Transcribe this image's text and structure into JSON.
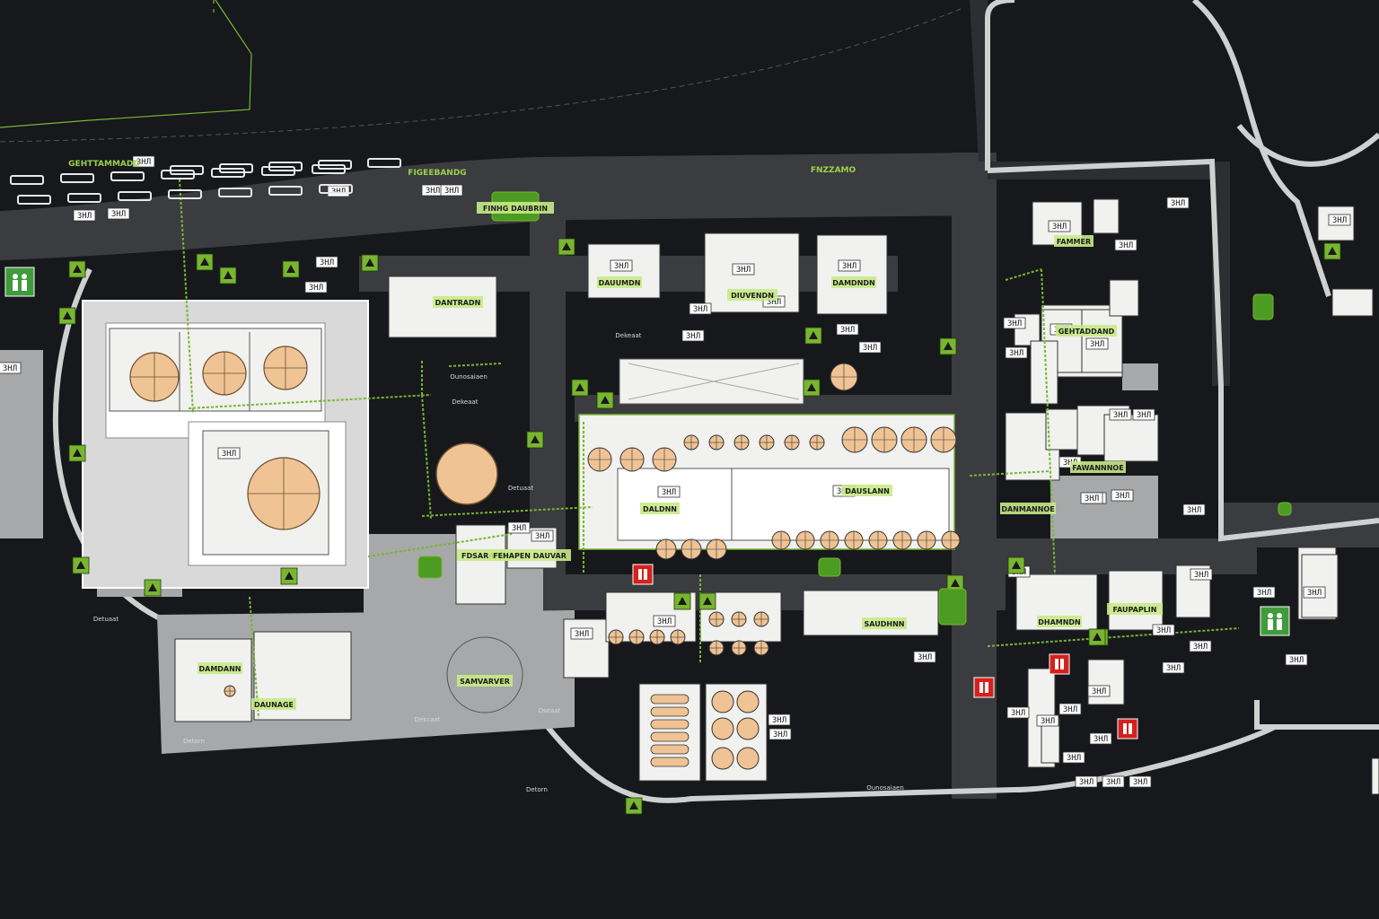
{
  "map": {
    "colors": {
      "background": "#16181b",
      "road": "#3a3c3f",
      "plaza": "#a7a8a9",
      "building": "#f1f1ef",
      "tank": "#efc394",
      "accent": "#79b530",
      "label_bg": "#c8ea86",
      "fire": "#d5211d"
    },
    "road_labels": [
      {
        "id": "north-left",
        "text": "GEHTTAMMADD"
      },
      {
        "id": "north-mid",
        "text": "FIGEEBANDG"
      },
      {
        "id": "north-right",
        "text": "FNZZAMO"
      }
    ],
    "zone_labels": [
      {
        "id": "gate",
        "text": "FINHG DAUBRIN"
      },
      {
        "id": "b1",
        "text": "DAUUMDN"
      },
      {
        "id": "b2",
        "text": "DIUVENDN"
      },
      {
        "id": "b3",
        "text": "DAMDNDN"
      },
      {
        "id": "b4",
        "text": "DANTRADN"
      },
      {
        "id": "b5",
        "text": "DALDNN"
      },
      {
        "id": "b6",
        "text": "DAUSLANN"
      },
      {
        "id": "b7",
        "text": "FDSARAPIN"
      },
      {
        "id": "b8",
        "text": "GEHTADDAND"
      },
      {
        "id": "b9",
        "text": "FAMMER"
      },
      {
        "id": "b10",
        "text": "FEHAPEN DAUVAR"
      },
      {
        "id": "b11",
        "text": "DAMDANN"
      },
      {
        "id": "b12",
        "text": "FAWANNNOE"
      },
      {
        "id": "b13",
        "text": "DANMANNOE"
      },
      {
        "id": "b14",
        "text": "SAMVARVER"
      },
      {
        "id": "b15",
        "text": "FAUPAPLIN"
      },
      {
        "id": "b16",
        "text": "SAUDHNN"
      },
      {
        "id": "b17",
        "text": "DAUNAGE"
      },
      {
        "id": "b18",
        "text": "DHAMNDN"
      }
    ],
    "building_code": "ЗНЛ",
    "small_labels": [
      "Dekcaat",
      "Ounosaiaen",
      "Dekeaat",
      "Detuaat",
      "Detorn",
      "Dseaat"
    ],
    "icons": [
      "tree-icon",
      "person-icon",
      "fire-hydrant-icon",
      "crane-icon",
      "tank-icon"
    ]
  }
}
